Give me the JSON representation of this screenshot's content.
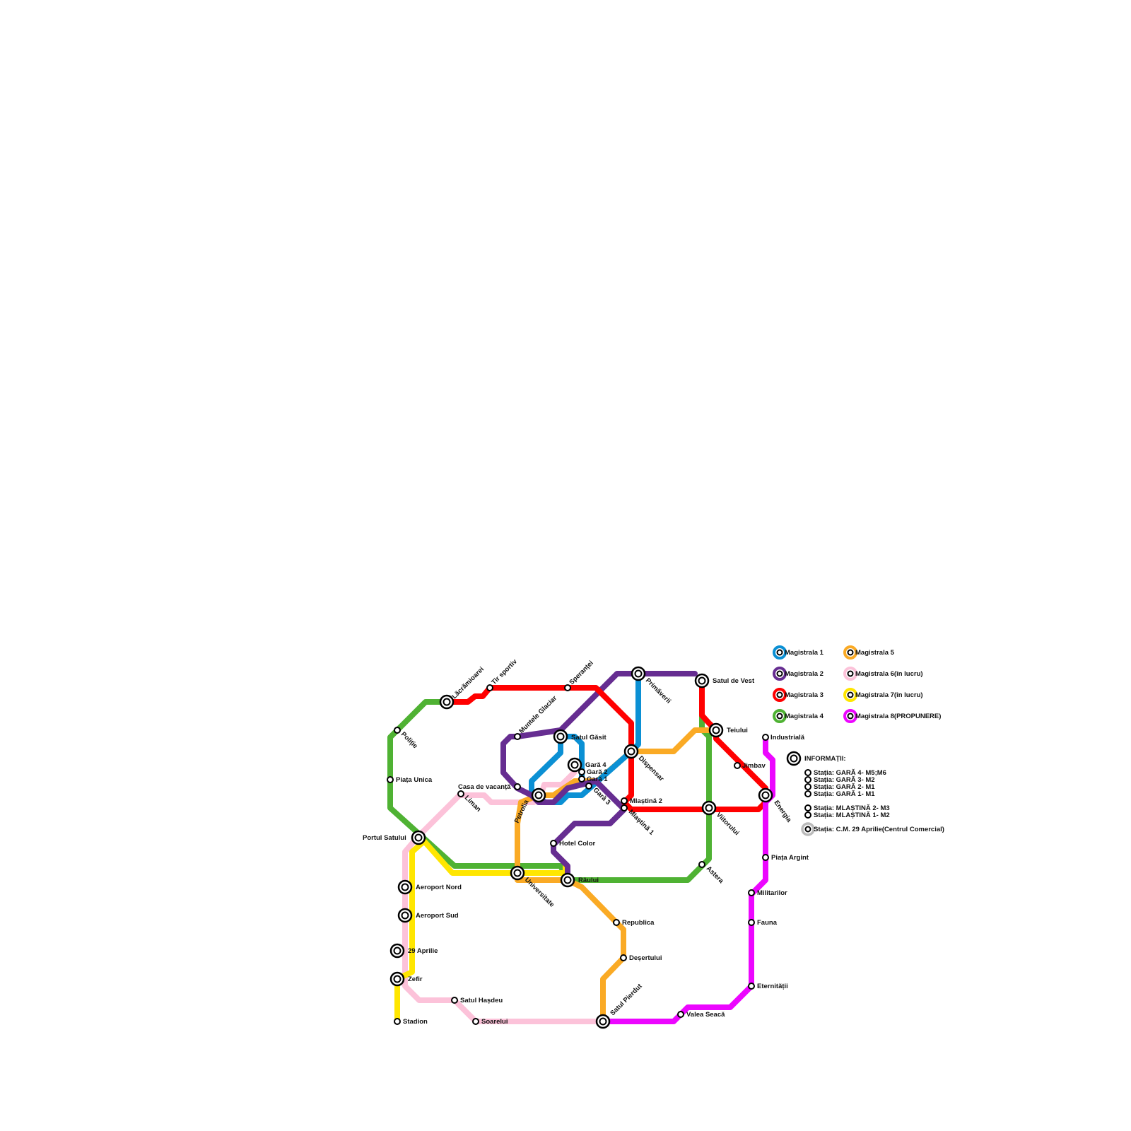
{
  "colors": {
    "M1": "#0b90d4",
    "M2": "#662d91",
    "M3": "#ff0000",
    "M4": "#4fb233",
    "M5": "#faaa25",
    "M6": "#fcc2d9",
    "M7": "#ffe600",
    "M8": "#ec06ff",
    "info": "#bbbbbb"
  },
  "legend": [
    {
      "line": "M1",
      "label": "Magistrala 1"
    },
    {
      "line": "M2",
      "label": "Magistrala 2"
    },
    {
      "line": "M3",
      "label": "Magistrala 3"
    },
    {
      "line": "M4",
      "label": "Magistrala 4"
    },
    {
      "line": "M5",
      "label": "Magistrala 5"
    },
    {
      "line": "M6",
      "label": "Magistrala 6(în lucru)"
    },
    {
      "line": "M7",
      "label": "Magistrala 7(în lucru)"
    },
    {
      "line": "M8",
      "label": "Magistrala 8(PROPUNERE)"
    }
  ],
  "info": {
    "title": "INFORMAȚII:",
    "gara_lines": [
      "Stația: GARĂ 4- M5;M6",
      "Stația: GARĂ 3- M2",
      "Stația: GARĂ 2- M1",
      "Stația: GARĂ 1- M1"
    ],
    "mlastina_lines": [
      "Stația: MLAȘTINĂ 2- M3",
      "Stația: MLAȘTINĂ 1- M2"
    ],
    "cm_line": "Stația: C.M. 29 Aprilie(Centrul Comercial)"
  },
  "stations": {
    "lacramioarei": "Lăcrămioarei",
    "tir_sportiv": "Tir sportiv",
    "sperantei": "Speranței",
    "primaverii": "Primăverii",
    "satul_de_vest": "Satul de Vest",
    "politie": "Poliție",
    "muntele_glaciar": "Muntele Glaciar",
    "satul_gasit": "Satul Găsit",
    "teiului": "Teiului",
    "industriala": "Industrială",
    "gara4": "Gară 4",
    "gara2": "Gară 2",
    "gara1": "Gară 1",
    "gara3": "Gară 3",
    "dispensar": "Dispensar",
    "jimbav": "Jimbav",
    "piata_unica": "Piața Unica",
    "casa_de_vacanta": "Casa de vacanță",
    "liman": "Liman",
    "petrolia": "Petrolia",
    "mlastina2": "Mlaștină 2",
    "mlastina1": "Mlaștină 1",
    "energia": "Energia",
    "viitorului": "Viitorului",
    "portul_satului": "Portul Satului",
    "hotel_color": "Hotel Color",
    "piata_argint": "Piața Argint",
    "astera": "Astera",
    "aeroport_nord": "Aeroport Nord",
    "universitate": "Universitate",
    "raului": "Râului",
    "militarilor": "Militarilor",
    "aeroport_sud": "Aeroport Sud",
    "republica": "Republica",
    "fauna": "Fauna",
    "aprilie29": "29 Aprilie",
    "desertului": "Deșertului",
    "zefir": "Zefir",
    "eternitatii": "Eternității",
    "satul_hasdeu": "Satul Hașdeu",
    "satul_pierdut": "Satul Pierdut",
    "valea_seaca": "Valea Seacă",
    "stadion": "Stadion",
    "soarelui": "Soarelui"
  }
}
